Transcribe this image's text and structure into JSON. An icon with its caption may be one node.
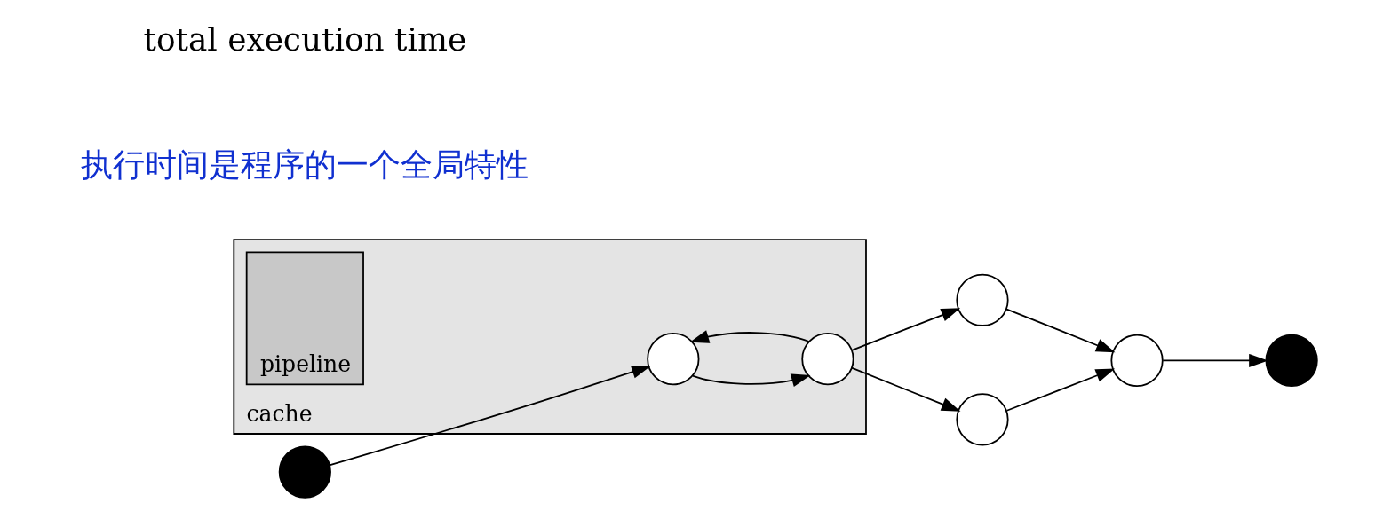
{
  "diagram": {
    "nodes": [
      {
        "text": [
          "cache"
        ]
      },
      {
        "text": [
          "pipeline"
        ],
        "in": 0
      },
      {
        "text": [],
        "shape": "circle"
      },
      {
        "text": [],
        "shape": "circle",
        "in": 0
      },
      {
        "text": [],
        "shape": "circle",
        "in": 0
      },
      {
        "text": [],
        "shape": "circle"
      },
      {
        "text": [],
        "shape": "circle"
      },
      {
        "text": [],
        "shape": "circle"
      },
      {
        "text": [],
        "shape": "circle"
      }
    ],
    "edges": [
      {
        "from": 2,
        "to": 3,
        "arrow": "to"
      },
      {
        "from": 3,
        "to": 4,
        "arrow": "to"
      },
      {
        "from": 4,
        "to": 3,
        "arrow": "to"
      },
      {
        "from": 4,
        "to": 5,
        "arrow": "to"
      },
      {
        "from": 4,
        "to": 6,
        "arrow": "to"
      },
      {
        "from": 5,
        "to": 7,
        "arrow": "to"
      },
      {
        "from": 6,
        "to": 7,
        "arrow": "to"
      },
      {
        "from": 7,
        "to": 8,
        "arrow": "to"
      }
    ],
    "labels": [
      "执行时间是程序的一个全局特性",
      "total execution time"
    ]
  }
}
